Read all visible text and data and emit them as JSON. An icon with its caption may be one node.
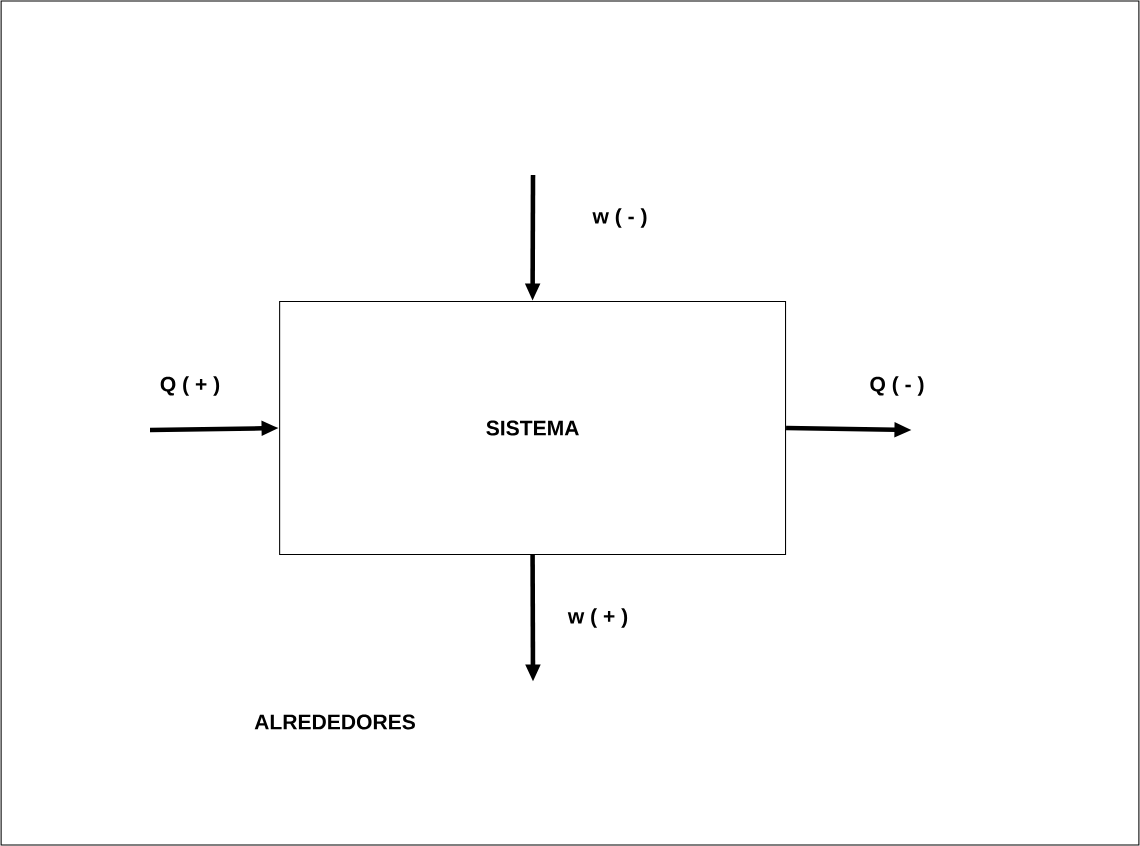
{
  "diagram": {
    "nodes": [
      {
        "text": [
          "ALREDEDORES"
        ]
      },
      {
        "text": [
          "SISTEMA"
        ],
        "in": 0
      }
    ],
    "edges": [
      {
        "from": null,
        "to": 1,
        "arrow": "to",
        "label": "Q ( + )"
      },
      {
        "from": 1,
        "to": null,
        "arrow": "to",
        "label": "Q ( - )"
      },
      {
        "from": null,
        "to": 1,
        "arrow": "to",
        "label": "w ( - )"
      },
      {
        "from": 1,
        "to": null,
        "arrow": "to",
        "label": "w ( + )"
      }
    ]
  }
}
